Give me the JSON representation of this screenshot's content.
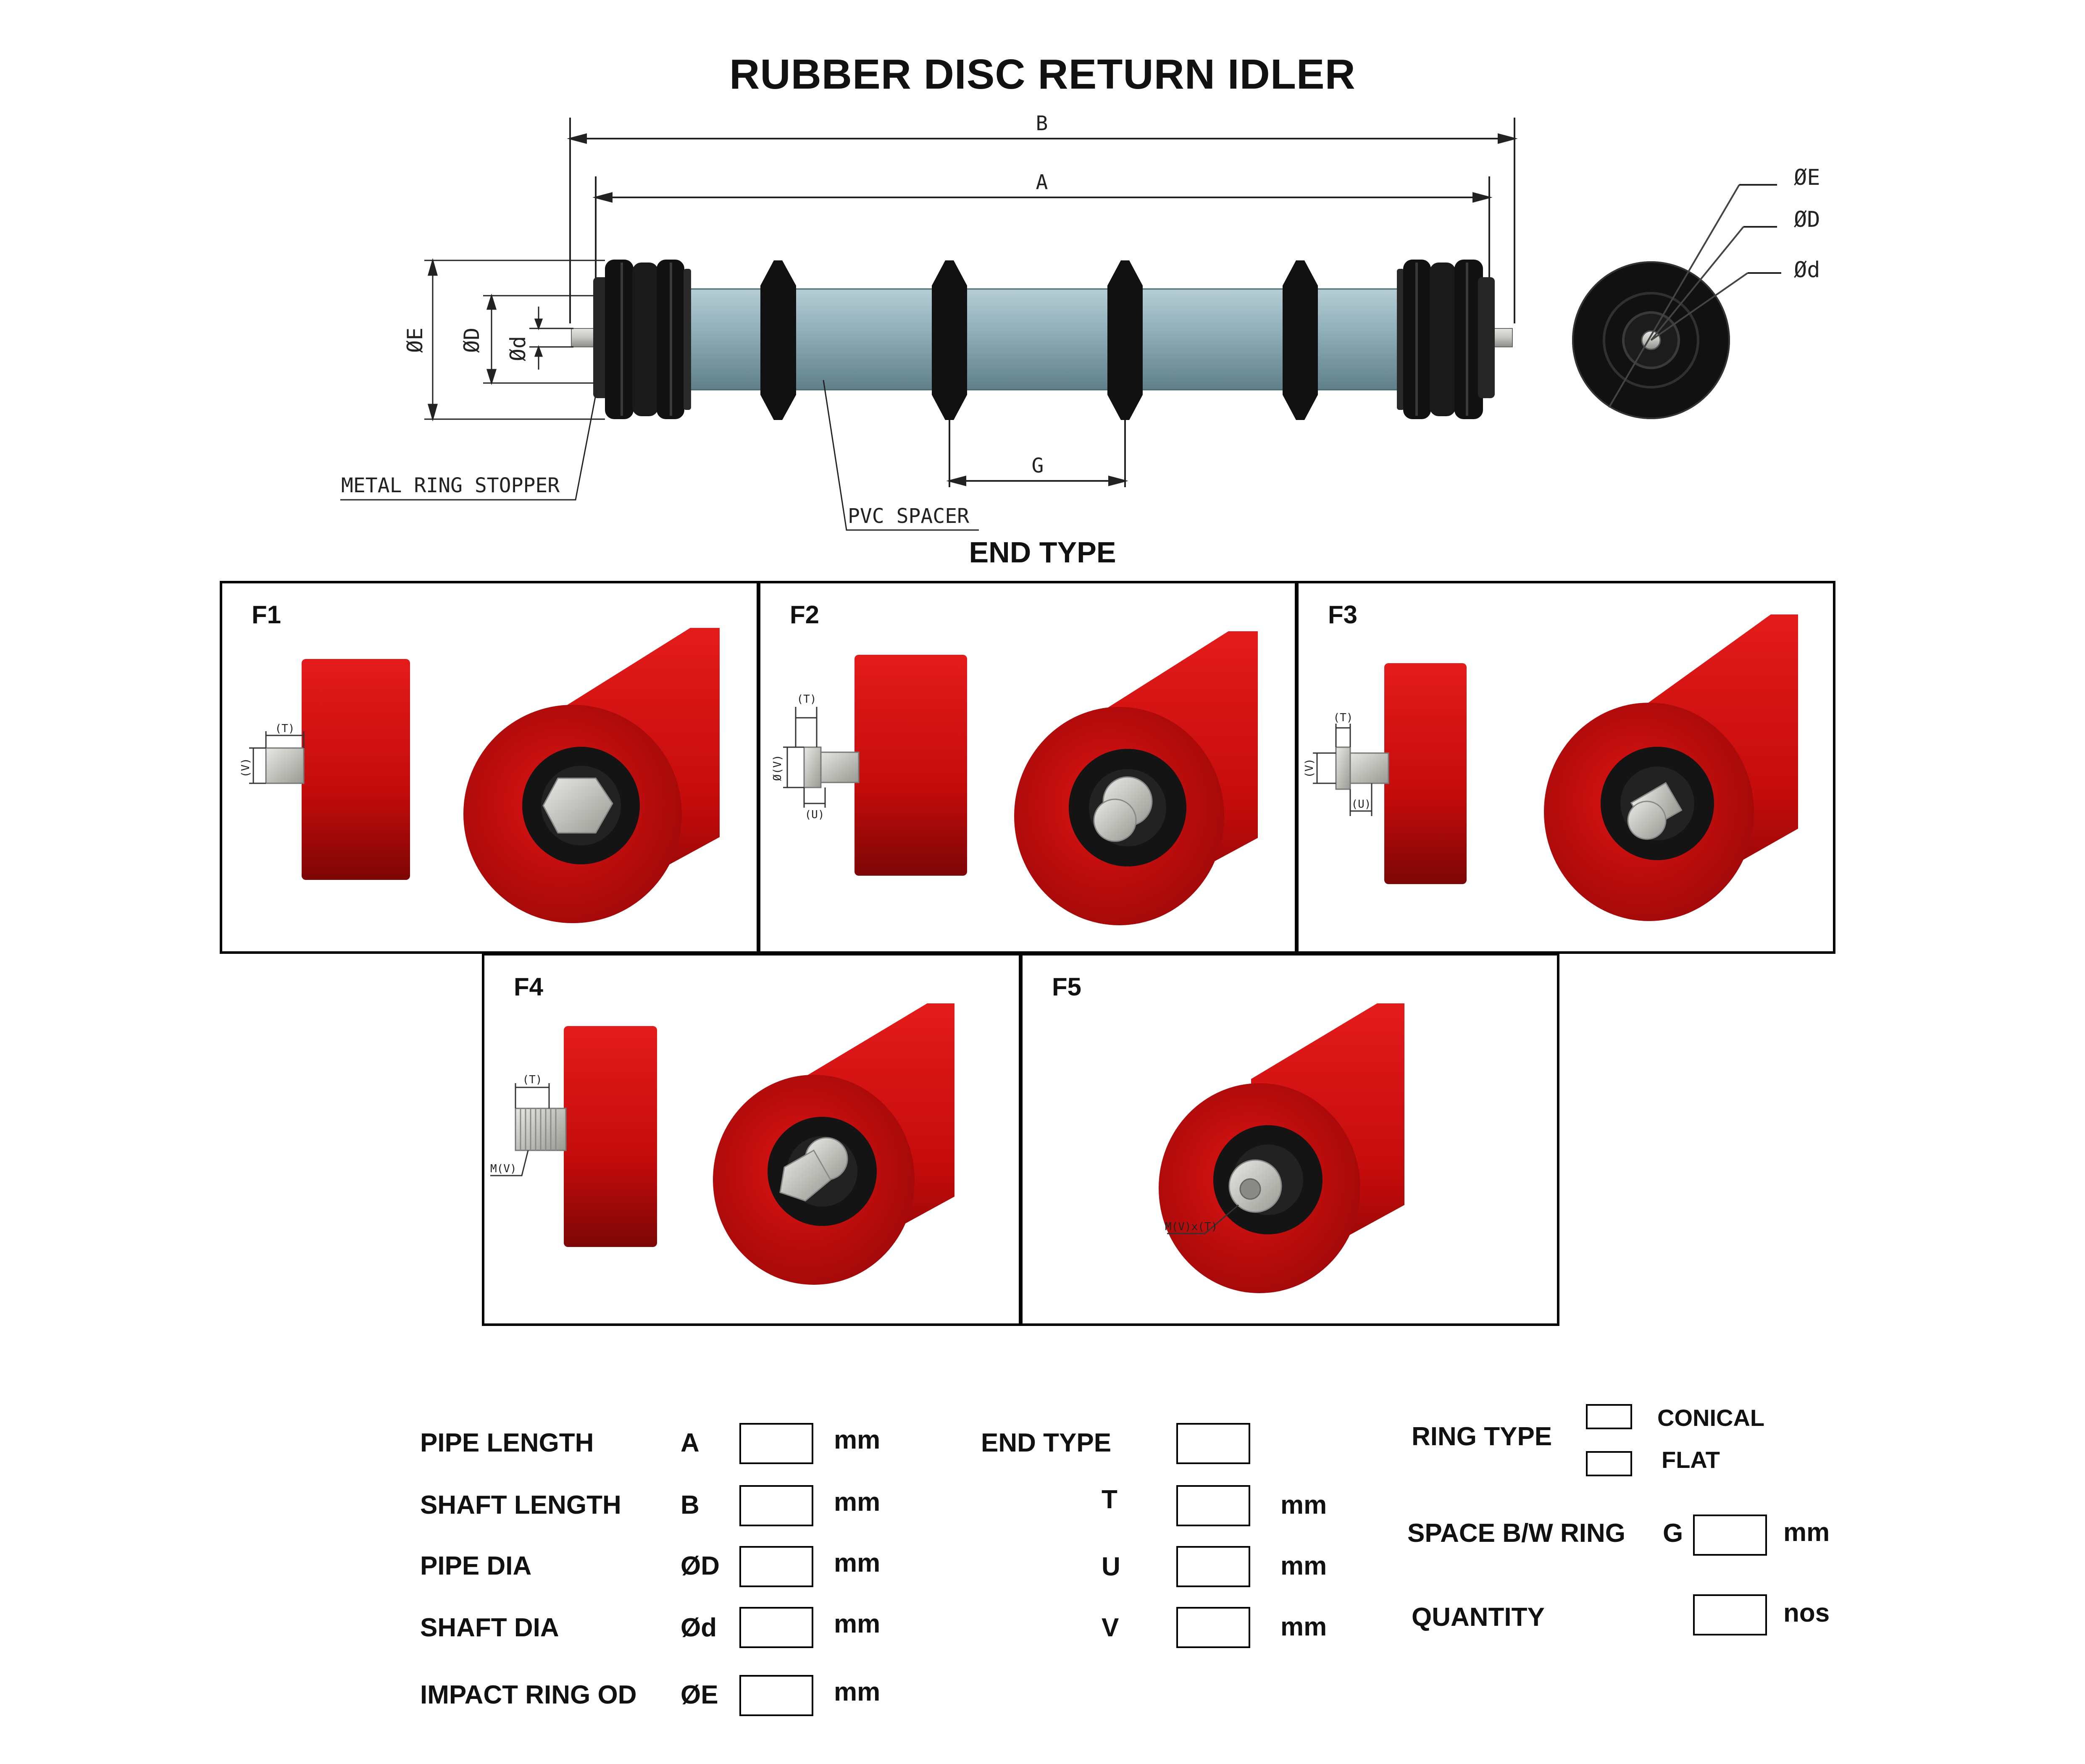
{
  "title": "RUBBER DISC RETURN IDLER",
  "drawing": {
    "dim_b": "B",
    "dim_a": "A",
    "dim_g": "G",
    "dia_e": "ØE",
    "dia_d": "ØD",
    "dia_small_d": "Ød",
    "callout_stopper": "METAL RING STOPPER",
    "callout_spacer": "PVC SPACER",
    "colors": {
      "tube": "#8fb0bb",
      "rubber": "#151515",
      "roller": "#c40b0b",
      "shaft": "#c9c9c6"
    }
  },
  "end_type": {
    "heading": "END TYPE",
    "panels": [
      {
        "label": "F1",
        "dims": [
          "(T)",
          "(V)"
        ]
      },
      {
        "label": "F2",
        "dims": [
          "(T)",
          "Ø(V)",
          "(U)"
        ]
      },
      {
        "label": "F3",
        "dims": [
          "(T)",
          "(V)",
          "(U)"
        ]
      },
      {
        "label": "F4",
        "dims": [
          "(T)",
          "M(V)"
        ]
      },
      {
        "label": "F5",
        "dims": [
          "M(V)x(T)"
        ]
      }
    ]
  },
  "form": {
    "pipe_length": {
      "label": "PIPE LENGTH",
      "symbol": "A",
      "unit": "mm",
      "value": ""
    },
    "shaft_length": {
      "label": "SHAFT LENGTH",
      "symbol": "B",
      "unit": "mm",
      "value": ""
    },
    "pipe_dia": {
      "label": "PIPE DIA",
      "symbol": "ØD",
      "unit": "mm",
      "value": ""
    },
    "shaft_dia": {
      "label": "SHAFT DIA",
      "symbol": "Ød",
      "unit": "mm",
      "value": ""
    },
    "impact_ring_od": {
      "label": "IMPACT RING OD",
      "symbol": "ØE",
      "unit": "mm",
      "value": ""
    },
    "end_type": {
      "label": "END TYPE",
      "value": ""
    },
    "t": {
      "symbol": "T",
      "unit": "mm",
      "value": ""
    },
    "u": {
      "symbol": "U",
      "unit": "mm",
      "value": ""
    },
    "v": {
      "symbol": "V",
      "unit": "mm",
      "value": ""
    },
    "ring_type": {
      "label": "RING TYPE",
      "options": [
        "CONICAL",
        "FLAT"
      ],
      "checked": [
        false,
        false
      ]
    },
    "space_ring": {
      "label": "SPACE B/W RING",
      "symbol": "G",
      "unit": "mm",
      "value": ""
    },
    "quantity": {
      "label": "QUANTITY",
      "unit": "nos",
      "value": ""
    }
  }
}
